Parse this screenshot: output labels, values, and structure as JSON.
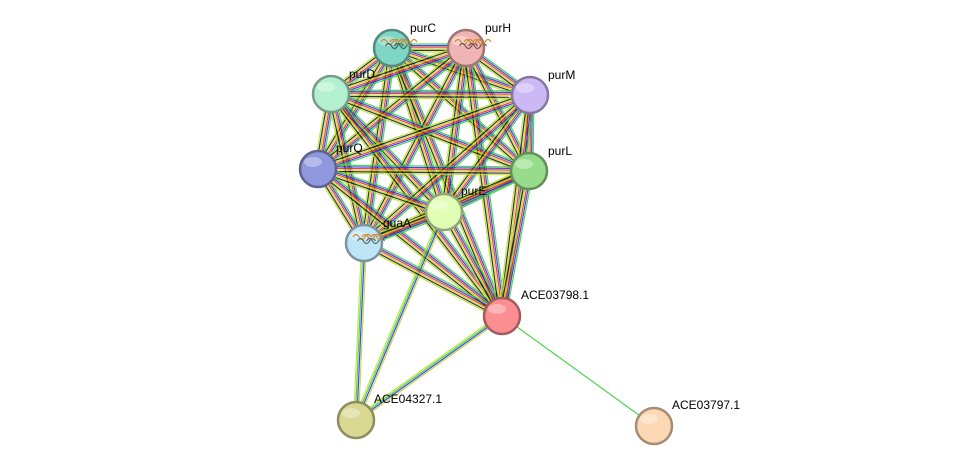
{
  "network": {
    "nodes": [
      {
        "id": "purC",
        "label": "purC",
        "color": "#7fd6c5",
        "structure": true
      },
      {
        "id": "purH",
        "label": "purH",
        "color": "#f0b4b4",
        "structure": true
      },
      {
        "id": "purD",
        "label": "purD",
        "color": "#b3f0cf",
        "structure": false
      },
      {
        "id": "purM",
        "label": "purM",
        "color": "#cdb8f6",
        "structure": false
      },
      {
        "id": "purQ",
        "label": "purQ",
        "color": "#8f97dd",
        "structure": false
      },
      {
        "id": "purL",
        "label": "purL",
        "color": "#97dc8a",
        "structure": false
      },
      {
        "id": "purE",
        "label": "purE",
        "color": "#e1ffb4",
        "structure": false
      },
      {
        "id": "guaA",
        "label": "guaA",
        "color": "#bfe4f6",
        "structure": true
      },
      {
        "id": "ACE03798.1",
        "label": "ACE03798.1",
        "color": "#fb8e90",
        "structure": false
      },
      {
        "id": "ACE04327.1",
        "label": "ACE04327.1",
        "color": "#d8d892",
        "structure": false
      },
      {
        "id": "ACE03797.1",
        "label": "ACE03797.1",
        "color": "#fcd8b4",
        "structure": false
      }
    ],
    "edges": [
      [
        "purC",
        "purH"
      ],
      [
        "purC",
        "purD"
      ],
      [
        "purC",
        "purM"
      ],
      [
        "purC",
        "purQ"
      ],
      [
        "purC",
        "purL"
      ],
      [
        "purC",
        "purE"
      ],
      [
        "purC",
        "guaA"
      ],
      [
        "purC",
        "ACE03798.1"
      ],
      [
        "purH",
        "purD"
      ],
      [
        "purH",
        "purM"
      ],
      [
        "purH",
        "purQ"
      ],
      [
        "purH",
        "purL"
      ],
      [
        "purH",
        "purE"
      ],
      [
        "purH",
        "guaA"
      ],
      [
        "purH",
        "ACE03798.1"
      ],
      [
        "purD",
        "purM"
      ],
      [
        "purD",
        "purQ"
      ],
      [
        "purD",
        "purL"
      ],
      [
        "purD",
        "purE"
      ],
      [
        "purD",
        "guaA"
      ],
      [
        "purD",
        "ACE03798.1"
      ],
      [
        "purM",
        "purQ"
      ],
      [
        "purM",
        "purL"
      ],
      [
        "purM",
        "purE"
      ],
      [
        "purM",
        "guaA"
      ],
      [
        "purM",
        "ACE03798.1"
      ],
      [
        "purQ",
        "purL"
      ],
      [
        "purQ",
        "purE"
      ],
      [
        "purQ",
        "guaA"
      ],
      [
        "purQ",
        "ACE03798.1"
      ],
      [
        "purL",
        "purE"
      ],
      [
        "purL",
        "guaA"
      ],
      [
        "purL",
        "ACE03798.1"
      ],
      [
        "purE",
        "guaA"
      ],
      [
        "purE",
        "ACE03798.1"
      ],
      [
        "purE",
        "ACE04327.1"
      ],
      [
        "guaA",
        "ACE03798.1"
      ],
      [
        "guaA",
        "ACE04327.1"
      ],
      [
        "ACE03798.1",
        "ACE04327.1"
      ],
      [
        "ACE03798.1",
        "ACE03797.1"
      ]
    ],
    "evidence_colors": [
      "#2ecc2e",
      "#2222ee",
      "#e82020",
      "#c8d020",
      "#111111",
      "#b8e020"
    ]
  }
}
